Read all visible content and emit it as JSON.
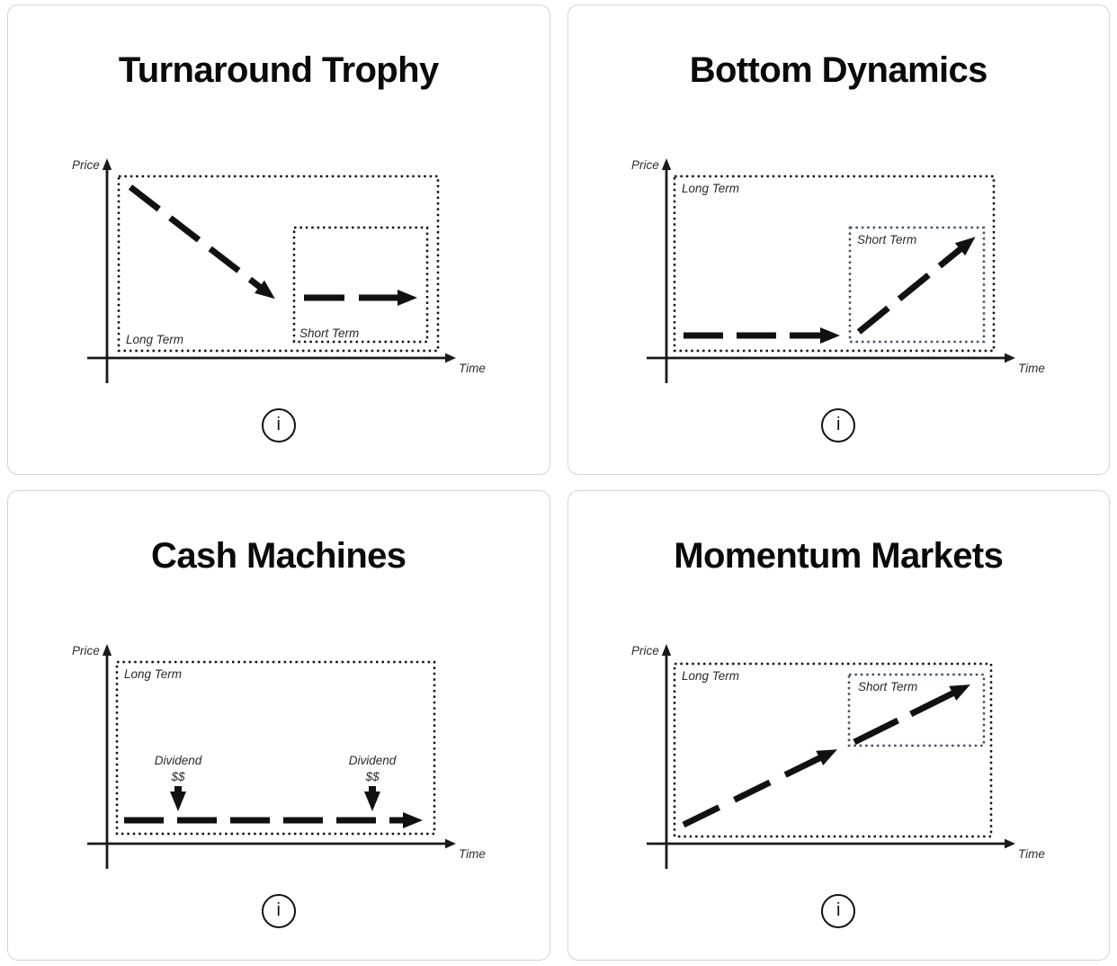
{
  "page": {
    "background": "#ffffff",
    "card_border": "#d5d5d5",
    "ink_color": "#111111",
    "short_term_box_color_navy": "#3b5166",
    "label_color": "#2f2f2f"
  },
  "axis": {
    "y_label": "Price",
    "x_label": "Time"
  },
  "cards": [
    {
      "title": "Turnaround Trophy",
      "y_label": "Price",
      "x_label": "Time",
      "long_term_label": "Long Term",
      "short_term_label": "Short Term",
      "trend": {
        "long_term": "price declining",
        "short_term": "price flat"
      },
      "info_glyph": "i"
    },
    {
      "title": "Bottom Dynamics",
      "y_label": "Price",
      "x_label": "Time",
      "long_term_label": "Long Term",
      "short_term_label": "Short Term",
      "trend": {
        "long_term": "price flat (bottom)",
        "short_term": "price rising"
      },
      "info_glyph": "i"
    },
    {
      "title": "Cash Machines",
      "y_label": "Price",
      "x_label": "Time",
      "long_term_label": "Long Term",
      "dividend_events": [
        {
          "label": "Dividend",
          "amount": "$$"
        },
        {
          "label": "Dividend",
          "amount": "$$"
        }
      ],
      "trend": {
        "long_term": "price flat with recurring dividends"
      },
      "info_glyph": "i"
    },
    {
      "title": "Momentum Markets",
      "y_label": "Price",
      "x_label": "Time",
      "long_term_label": "Long Term",
      "short_term_label": "Short Term",
      "trend": {
        "long_term": "price rising",
        "short_term": "price rising"
      },
      "info_glyph": "i"
    }
  ]
}
